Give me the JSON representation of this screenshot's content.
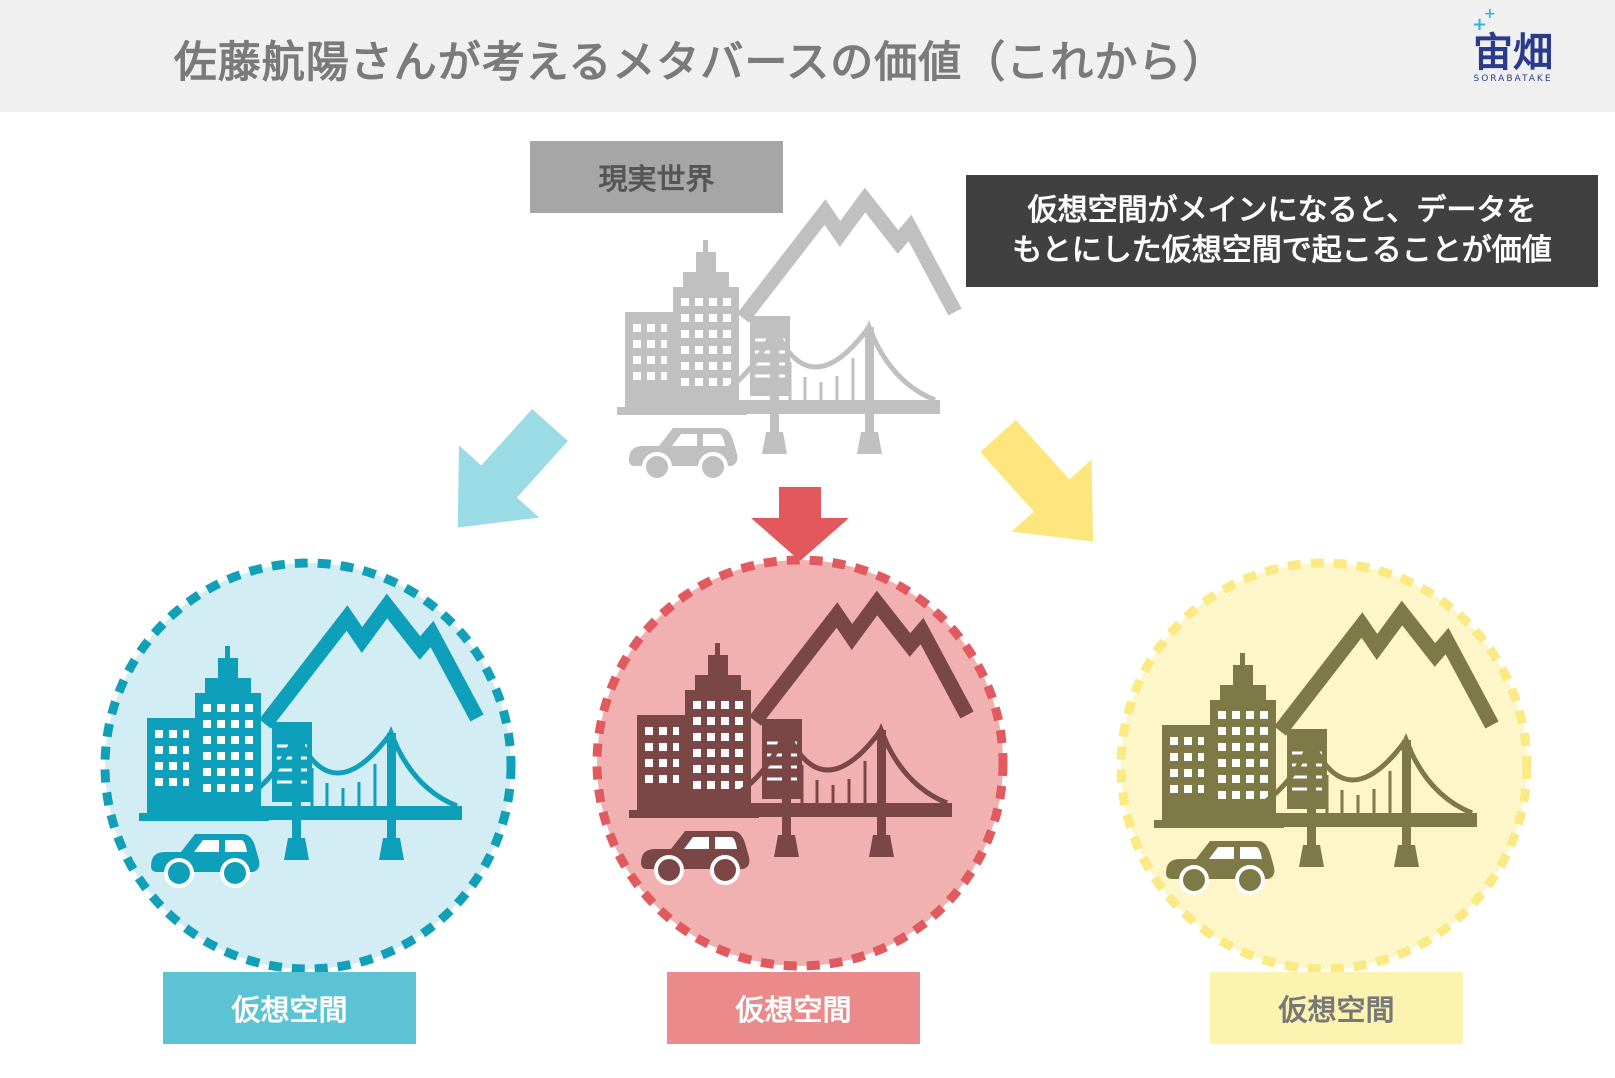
{
  "header": {
    "title": "佐藤航陽さんが考えるメタバースの価値（これから）"
  },
  "logo": {
    "mark": "宙畑",
    "sub": "SORABATAKE"
  },
  "real_world": {
    "label": "現実世界",
    "icon_color": "#c0c0c0"
  },
  "callout": {
    "line1": "仮想空間がメインになると、データを",
    "line2": "もとにした仮想空間で起こることが価値"
  },
  "virtual_spaces": [
    {
      "label": "仮想空間",
      "circle_fill": "#d3edf4",
      "circle_border": "#12a0b8",
      "icon_color": "#0ea0bb",
      "label_bg": "#5bc3d4",
      "label_color": "#ffffff",
      "arrow_color": "#9adbe6"
    },
    {
      "label": "仮想空間",
      "circle_fill": "#f2b1b1",
      "circle_border": "#e15a5f",
      "icon_color": "#7b4646",
      "label_bg": "#eb8a8a",
      "label_color": "#ffffff",
      "arrow_color": "#e2585c"
    },
    {
      "label": "仮想空間",
      "circle_fill": "#fdf6c8",
      "circle_border": "#fbe983",
      "icon_color": "#7d7a47",
      "label_bg": "#fdf3b0",
      "label_color": "#787878",
      "arrow_color": "#fde67d"
    }
  ]
}
